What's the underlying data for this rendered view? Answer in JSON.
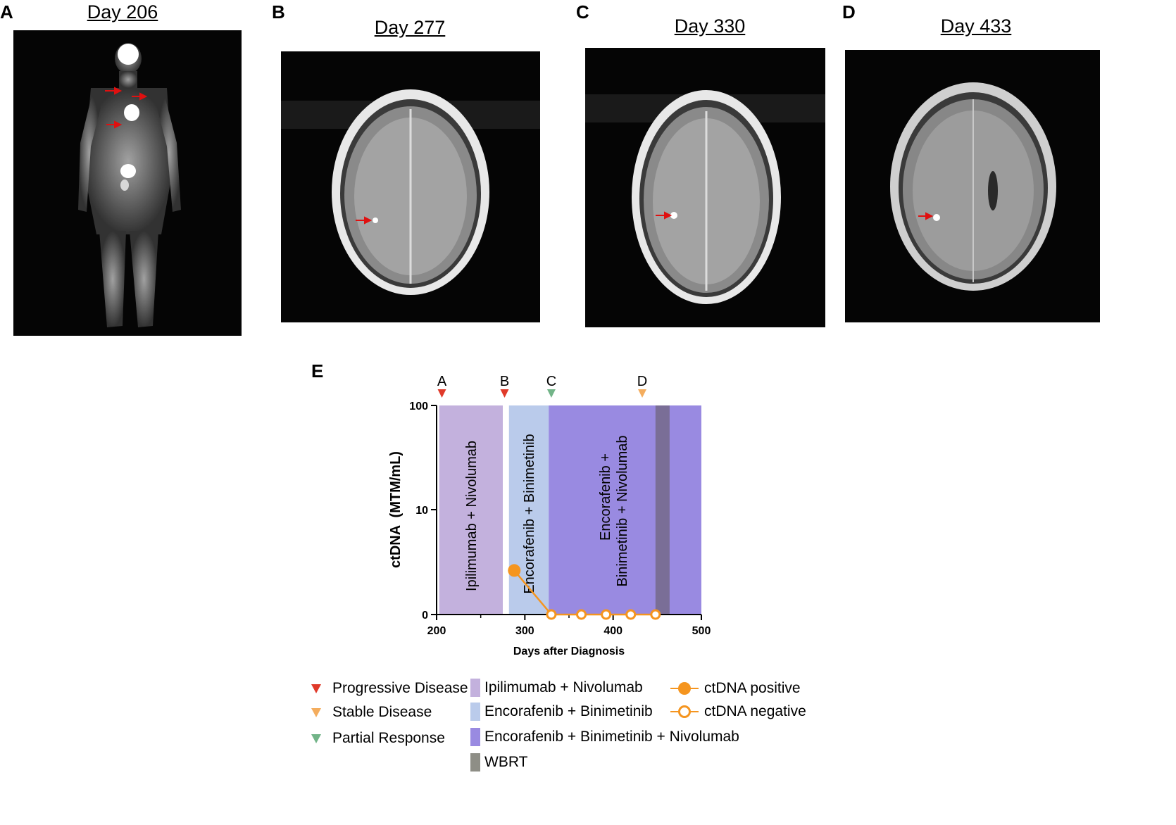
{
  "panels": [
    {
      "letter": "A",
      "title": "Day 206"
    },
    {
      "letter": "B",
      "title": "Day 277"
    },
    {
      "letter": "C",
      "title": "Day 330"
    },
    {
      "letter": "D",
      "title": "Day 433"
    }
  ],
  "panel_e_letter": "E",
  "colors": {
    "ipi_nivo": "#c3b1dd",
    "enco_bini": "#bacbeb",
    "enco_bini_nivo": "#998ae1",
    "wbrt": "#7a6e97",
    "progressive": "#e03a2a",
    "stable": "#f4ad5e",
    "partial": "#72b488",
    "ctdna": "#f5951f"
  },
  "chart_data": {
    "type": "line",
    "xlabel": "Days after Diagnosis",
    "ylabel": "ctDNA  (MTM/mL)",
    "xlim": [
      200,
      500
    ],
    "xticks": [
      "200",
      "300",
      "400",
      "500"
    ],
    "yticks": [
      "0",
      "10",
      "100"
    ],
    "y_scale": "zero-segment plus log (10–100)",
    "treatments": [
      {
        "label": "Ipilimumab + Nivolumab",
        "start": 203,
        "end": 275,
        "color": "#c3b1dd"
      },
      {
        "label": "Encorafenib + Binimetinib",
        "start": 282,
        "end": 327,
        "color": "#bacbeb"
      },
      {
        "label_line1": "Encorafenib +",
        "label_line2": "Binimetinib + Nivolumab",
        "start": 327,
        "end": 500,
        "color": "#998ae1"
      },
      {
        "label": "WBRT",
        "start": 448,
        "end": 464,
        "color": "#7a6e97"
      }
    ],
    "events": [
      {
        "label": "A",
        "day": 206,
        "type": "progressive"
      },
      {
        "label": "B",
        "day": 277,
        "type": "progressive"
      },
      {
        "label": "C",
        "day": 330,
        "type": "partial"
      },
      {
        "label": "D",
        "day": 433,
        "type": "stable"
      }
    ],
    "series": [
      {
        "name": "ctDNA",
        "points": [
          {
            "day": 288,
            "value": 4.2,
            "status": "positive"
          },
          {
            "day": 330,
            "value": 0,
            "status": "negative"
          },
          {
            "day": 364,
            "value": 0,
            "status": "negative"
          },
          {
            "day": 392,
            "value": 0,
            "status": "negative"
          },
          {
            "day": 420,
            "value": 0,
            "status": "negative"
          },
          {
            "day": 448,
            "value": 0,
            "status": "negative"
          }
        ]
      }
    ]
  },
  "legend": {
    "progressive": "Progressive Disease",
    "stable": "Stable Disease",
    "partial": "Partial Response",
    "ipi_nivo": "Ipilimumab + Nivolumab",
    "enco_bini": "Encorafenib + Binimetinib",
    "enco_bini_nivo": "Encorafenib + Binimetinib + Nivolumab",
    "wbrt": "WBRT",
    "ctdna_positive": "ctDNA positive",
    "ctdna_negative": "ctDNA negative"
  }
}
